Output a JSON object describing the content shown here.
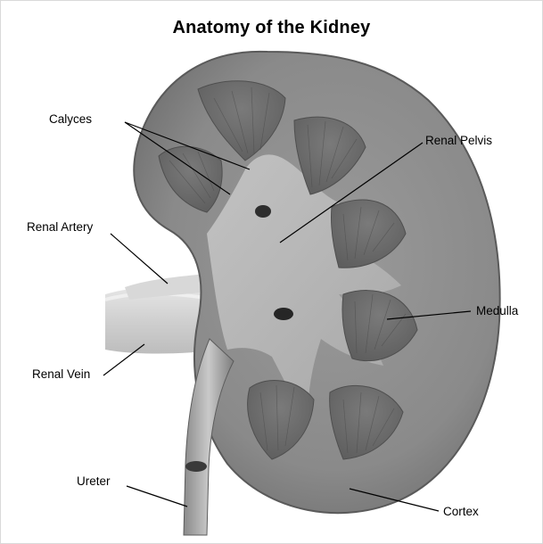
{
  "title": "Anatomy of the Kidney",
  "labels": {
    "calyces": "Calyces",
    "renal_pelvis": "Renal Pelvis",
    "renal_artery": "Renal Artery",
    "medulla": "Medulla",
    "renal_vein": "Renal Vein",
    "ureter": "Ureter",
    "cortex": "Cortex"
  }
}
